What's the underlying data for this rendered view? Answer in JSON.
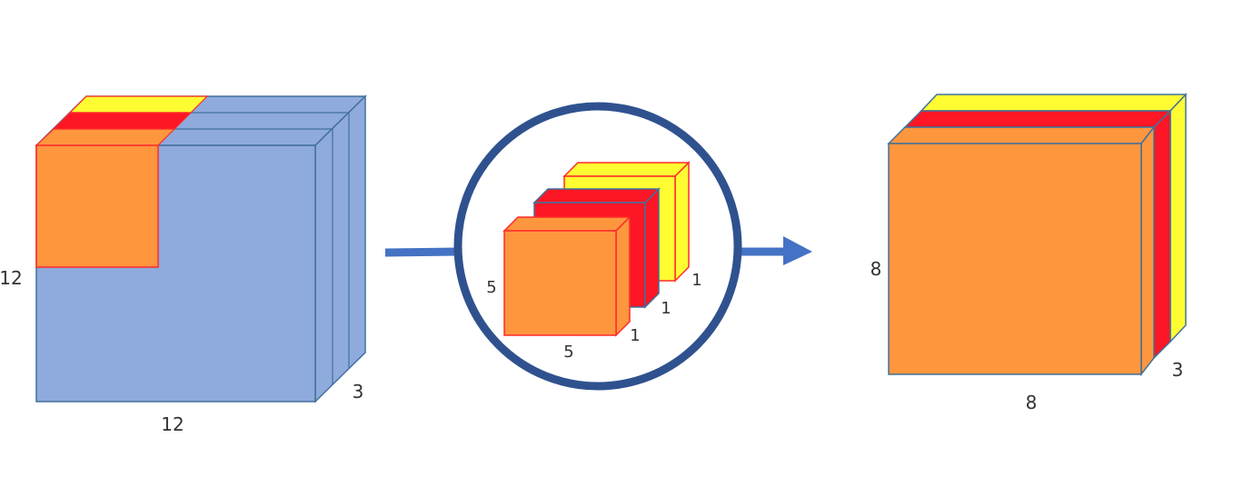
{
  "colors": {
    "blue_face": "#8faadc",
    "blue_stroke": "#41719c",
    "orange": "#fe963e",
    "red": "#fd1625",
    "yellow": "#fffd32",
    "red_stroke": "#ff2a2a",
    "circle_stroke": "#2f528f",
    "arrow": "#4472c4"
  },
  "input_volume": {
    "height_label": "12",
    "width_label": "12",
    "depth_label": "3"
  },
  "kernel": {
    "height_label": "5",
    "width_label": "5",
    "depth_labels": [
      "1",
      "1",
      "1"
    ]
  },
  "output_volume": {
    "height_label": "8",
    "width_label": "8",
    "depth_label": "3"
  }
}
